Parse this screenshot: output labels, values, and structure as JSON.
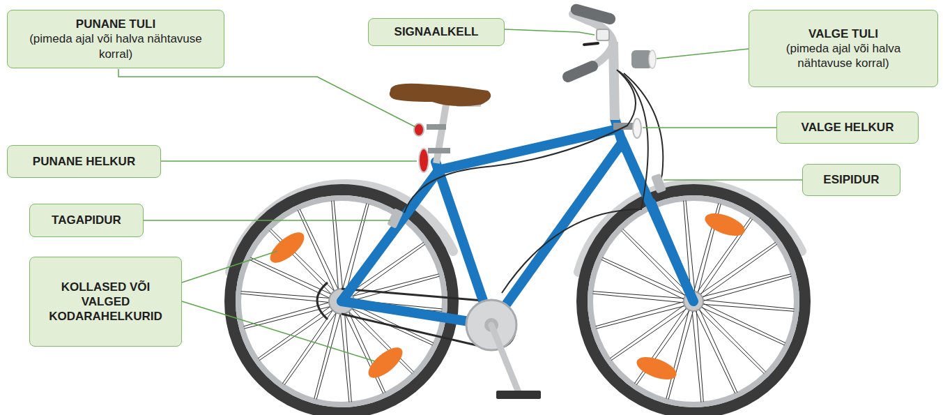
{
  "diagram": {
    "nodes": [
      {
        "text": [
          "PUNANE TULI",
          "(pimeda ajal või halva nähtavuse korral)"
        ]
      },
      {
        "text": [
          "SIGNAALKELL"
        ]
      },
      {
        "text": [
          "VALGE TULI",
          "(pimeda ajal või halva nähtavuse korral)"
        ]
      },
      {
        "text": [
          "VALGE HELKUR"
        ]
      },
      {
        "text": [
          "PUNANE HELKUR"
        ]
      },
      {
        "text": [
          "ESIPIDUR"
        ]
      },
      {
        "text": [
          "TAGAPIDUR"
        ]
      },
      {
        "text": [
          "KOLLASED VÕI VALGED KODARAHELKURID"
        ]
      }
    ]
  }
}
